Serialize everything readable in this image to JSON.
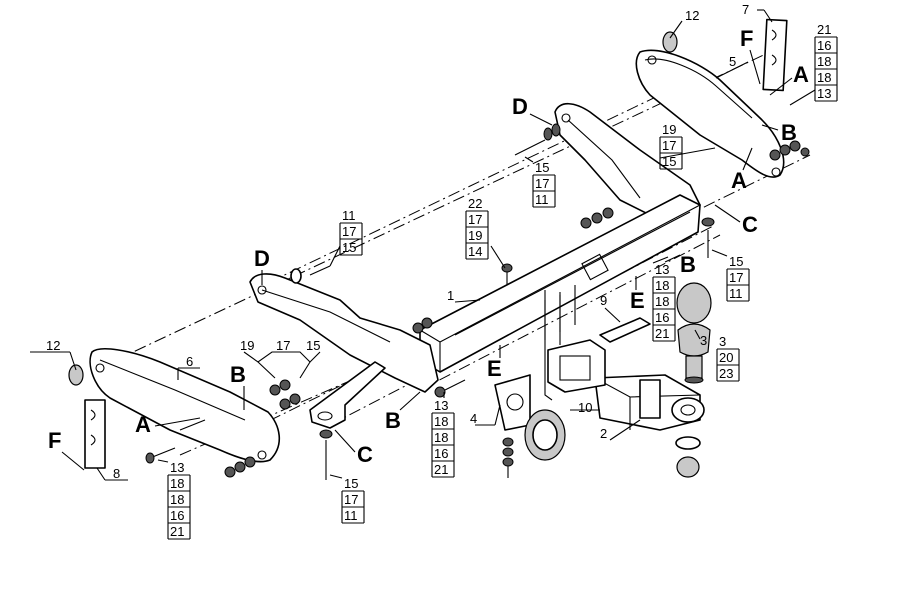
{
  "labels": {
    "p1": "1",
    "p2": "2",
    "p3": "3",
    "p4": "4",
    "p5": "5",
    "p6": "6",
    "p7": "7",
    "p8": "8",
    "p9": "9",
    "p10": "10",
    "p12a": "12",
    "p12b": "12",
    "p19": "19",
    "p17": "17",
    "p15": "15"
  },
  "letters": {
    "F1": "F",
    "F2": "F",
    "A1": "A",
    "A2": "A",
    "A3": "A",
    "B1": "B",
    "B2": "B",
    "B3": "B",
    "B4": "B",
    "C1": "C",
    "C2": "C",
    "D1": "D",
    "D2": "D",
    "E1": "E",
    "E2": "E"
  },
  "stacks": {
    "s_tr": [
      "21",
      "16",
      "18",
      "18",
      "13"
    ],
    "s_19": [
      "19",
      "17",
      "15"
    ],
    "s_15a": [
      "15",
      "17",
      "11"
    ],
    "s_22": [
      "22",
      "17",
      "19",
      "14"
    ],
    "s_11": [
      "11",
      "17",
      "15"
    ],
    "s_15b": [
      "15",
      "17",
      "11"
    ],
    "s_13r": [
      "13",
      "18",
      "18",
      "16",
      "21"
    ],
    "s_3": [
      "3",
      "20",
      "23"
    ],
    "s_13m": [
      "13",
      "18",
      "18",
      "16",
      "21"
    ],
    "s_13l": [
      "13",
      "18",
      "18",
      "16",
      "21"
    ],
    "s_15c": [
      "15",
      "17",
      "11"
    ]
  }
}
